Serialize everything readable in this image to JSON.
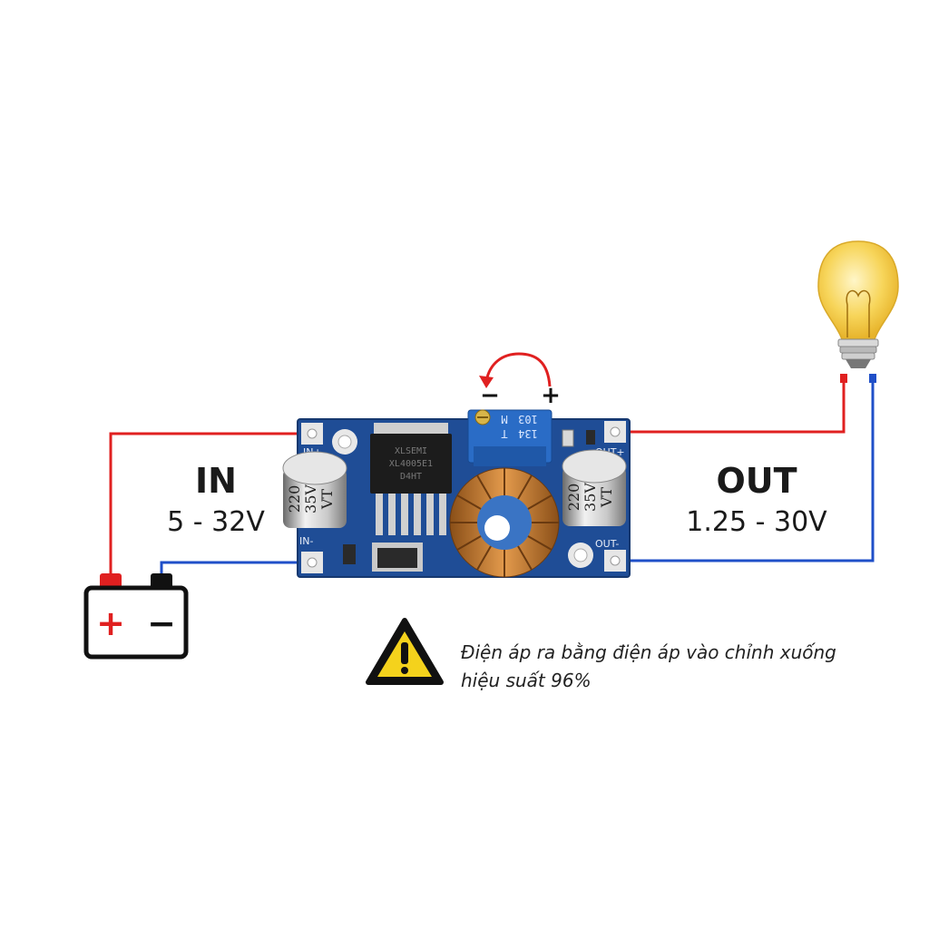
{
  "input": {
    "title": "IN",
    "range": "5 - 32V"
  },
  "output": {
    "title": "OUT",
    "range": "1.25 - 30V"
  },
  "pot": {
    "minus": "−",
    "plus": "+"
  },
  "battery": {
    "plus": "+",
    "minus": "−"
  },
  "capacitor": {
    "line1": "220",
    "line2": "35V",
    "line3": "VT"
  },
  "chip": {
    "line1": "XLSEMI",
    "line2": "XL4005E1",
    "line3": "D4HT"
  },
  "trimpot": {
    "line1": "103",
    "line2": "M",
    "line3": "134",
    "line4": "T"
  },
  "pcb": {
    "in_plus": "IN+",
    "in_minus": "IN-",
    "out_plus": "OUT+",
    "out_minus": "OUT-"
  },
  "warning": {
    "line1": "Điện áp ra bằng điện áp vào chỉnh xuống",
    "line2": "hiệu suất 96%"
  },
  "colors": {
    "wire_positive": "#e02020",
    "wire_negative": "#1f4fc8",
    "pcb": "#1f4d96",
    "warning_yellow": "#f4d21c"
  }
}
